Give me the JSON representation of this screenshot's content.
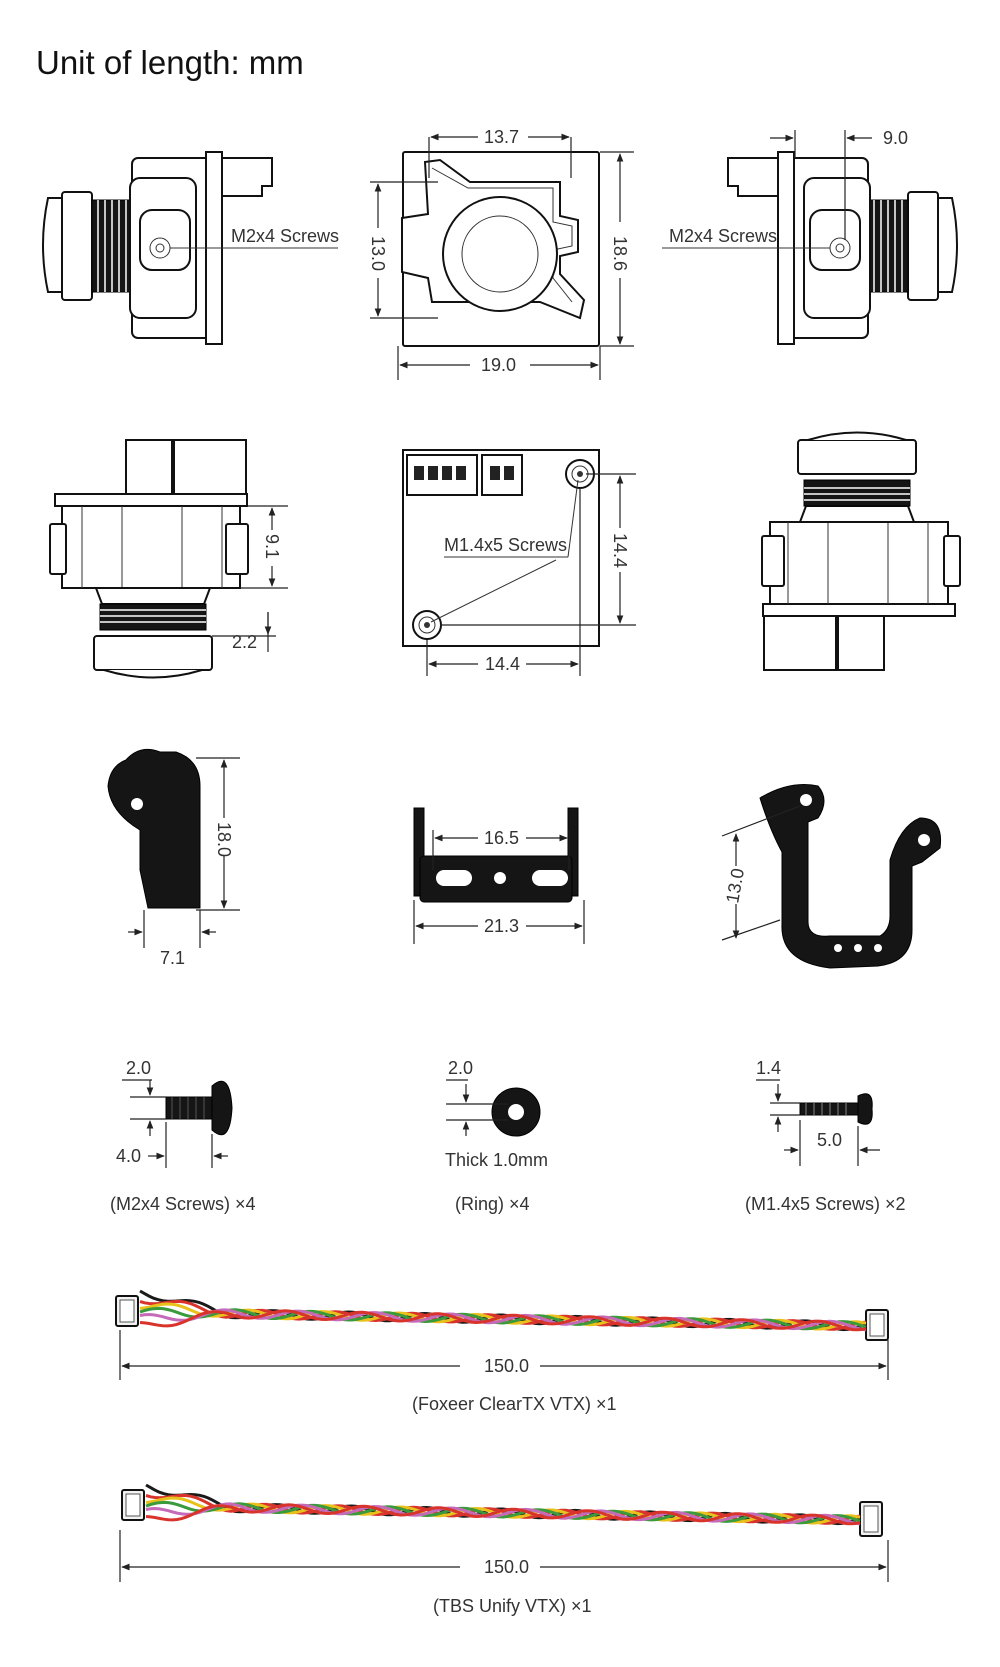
{
  "title": "Unit of length: mm",
  "dims": {
    "front_width_top": "13.7",
    "front_height_left": "13.0",
    "front_height_right": "18.6",
    "front_width_bottom": "19.0",
    "side_right_depth": "9.0",
    "top_height": "9.1",
    "top_offset": "2.2",
    "back_height": "14.4",
    "back_width": "14.4",
    "bracket_l_height": "18.0",
    "bracket_l_width": "7.1",
    "bracket_flat_inner": "16.5",
    "bracket_flat_outer": "21.3",
    "bracket_u_height": "13.0",
    "m2_head": "2.0",
    "m2_length": "4.0",
    "ring_hole": "2.0",
    "m14_head": "1.4",
    "m14_length": "5.0",
    "cable1_length": "150.0",
    "cable2_length": "150.0"
  },
  "labels": {
    "left_screws": "M2x4 Screws",
    "right_screws": "M2x4 Screws",
    "back_screws": "M1.4x5 Screws",
    "ring_thick": "Thick 1.0mm"
  },
  "captions": {
    "m2_screws": "(M2x4 Screws) ×4",
    "ring": "(Ring) ×4",
    "m14_screws": "(M1.4x5 Screws) ×2",
    "cable1": "(Foxeer ClearTX VTX) ×1",
    "cable2": "(TBS Unify VTX) ×1"
  },
  "cable_colors": [
    "#1a1a1a",
    "#d8342c",
    "#e8c21a",
    "#3a9a3c",
    "#c56ab8",
    "#d8342c"
  ]
}
